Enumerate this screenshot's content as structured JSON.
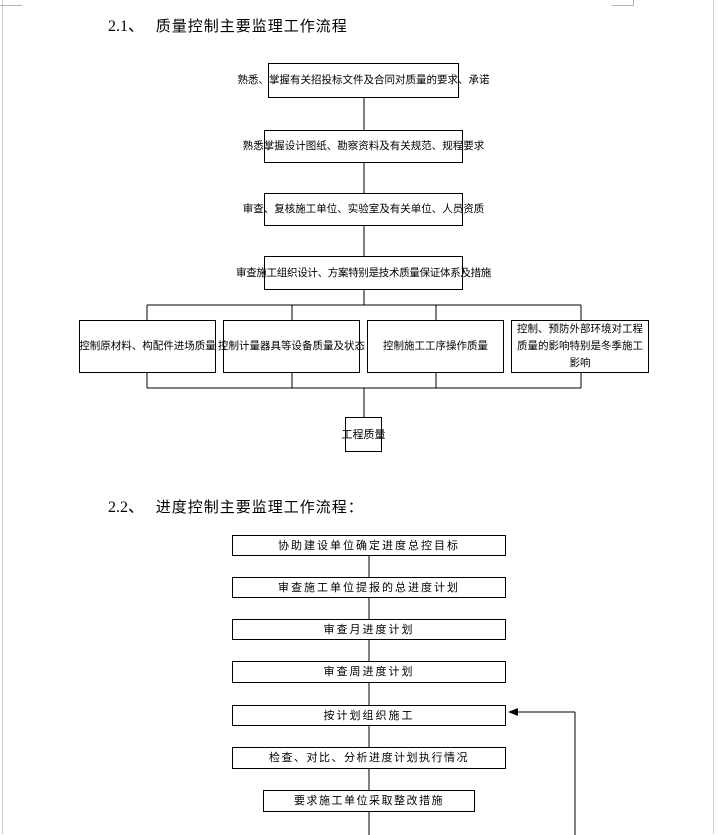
{
  "section1": {
    "number": "2.1、",
    "title": "质量控制主要监理工作流程",
    "steps": [
      "熟悉、掌握有关招投标文件及合同对质量的要求、承诺",
      "熟悉掌握设计图纸、勘察资料及有关规范、规程要求",
      "审查、复核施工单位、实验室及有关单位、人员资质",
      "审查施工组织设计、方案特别是技术质量保证体系及措施"
    ],
    "branches": [
      "控制原材料、构配件进场质量",
      "控制计量器具等设备质量及状态",
      "控制施工工序操作质量",
      "控制、预防外部环境对工程质量的影响特别是冬季施工影响"
    ],
    "result": "工程质量"
  },
  "section2": {
    "number": "2.2、",
    "title": "进度控制主要监理工作流程：",
    "steps": [
      "协助建设单位确定进度总控目标",
      "审查施工单位提报的总进度计划",
      "审查月进度计划",
      "审查周进度计划",
      "按计划组织施工",
      "检查、对比、分析进度计划执行情况",
      "要求施工单位采取整改措施"
    ]
  }
}
